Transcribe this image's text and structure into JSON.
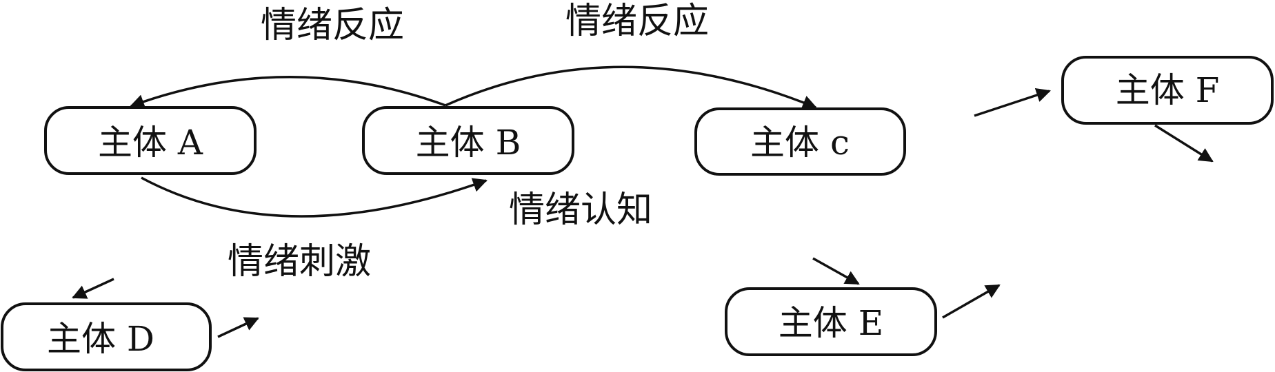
{
  "nodes": {
    "a": "主体 A",
    "b": "主体 B",
    "c": "主体 c",
    "d": "主体 D",
    "e": "主体 E",
    "f": "主体 F"
  },
  "edge_labels": {
    "reaction_1": "情绪反应",
    "reaction_2": "情绪反应",
    "cognition": "情绪认知",
    "stimulus": "情绪刺激"
  },
  "edges": [
    {
      "from": "主体 B",
      "to": "主体 A",
      "label": "情绪反应"
    },
    {
      "from": "主体 B",
      "to": "主体 c",
      "label": "情绪反应"
    },
    {
      "from": "主体 A",
      "to": "主体 B",
      "label": "情绪认知"
    }
  ],
  "colors": {
    "stroke": "#111111",
    "background": "#ffffff"
  }
}
